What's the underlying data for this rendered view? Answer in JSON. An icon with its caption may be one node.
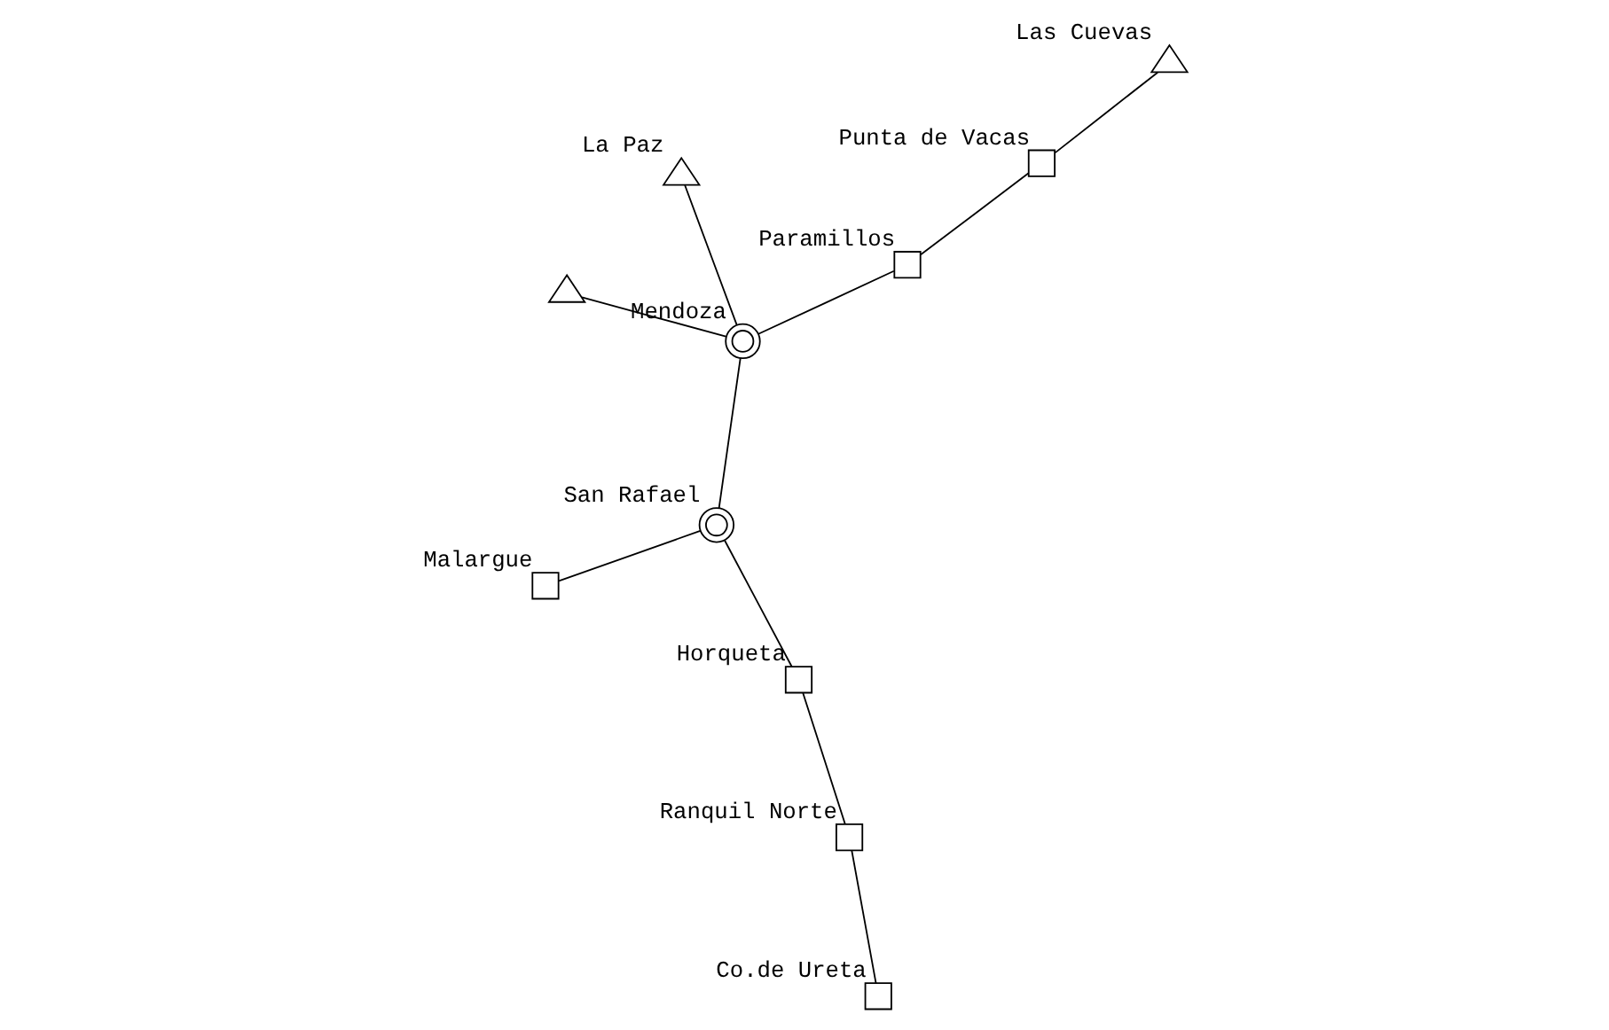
{
  "diagram": {
    "nodes": [
      {
        "text": [],
        "shape": "box",
        "beside": [
          "Paramillos"
        ]
      },
      {
        "text": [],
        "shape": "triangle",
        "beside": [
          "Las Cuevas"
        ]
      },
      {
        "text": [],
        "shape": "box",
        "beside": [
          "Punta de Vacas"
        ]
      },
      {
        "text": [],
        "shape": "circle",
        "beside": [
          "Mendoza"
        ]
      },
      {
        "text": [],
        "shape": "triangle",
        "beside": [
          "La Paz"
        ]
      },
      {
        "text": [],
        "shape": "triangle"
      },
      {
        "text": [],
        "shape": "box",
        "beside": [
          "Malargue"
        ]
      },
      {
        "text": [],
        "shape": "circle",
        "beside": [
          "San Rafael"
        ]
      },
      {
        "text": [],
        "shape": "box",
        "beside": [
          "Horqueta"
        ]
      },
      {
        "text": [],
        "shape": "box",
        "beside": [
          "Ranquil Norte"
        ]
      },
      {
        "text": [],
        "shape": "box",
        "beside": [
          "Co.de Ureta"
        ]
      }
    ],
    "edges": [
      {
        "from": 1,
        "to": 2,
        "arrow": "none"
      },
      {
        "from": 2,
        "to": 0,
        "arrow": "none"
      },
      {
        "from": 0,
        "to": 3,
        "arrow": "none"
      },
      {
        "from": 3,
        "to": 4,
        "arrow": "none"
      },
      {
        "from": 3,
        "to": 5,
        "arrow": "none"
      },
      {
        "from": 3,
        "to": 7,
        "arrow": "none"
      },
      {
        "from": 6,
        "to": 7,
        "arrow": "none"
      },
      {
        "from": 7,
        "to": 8,
        "arrow": "none"
      },
      {
        "from": 8,
        "to": 9,
        "arrow": "none"
      },
      {
        "from": 9,
        "to": 10,
        "arrow": "none"
      }
    ]
  }
}
